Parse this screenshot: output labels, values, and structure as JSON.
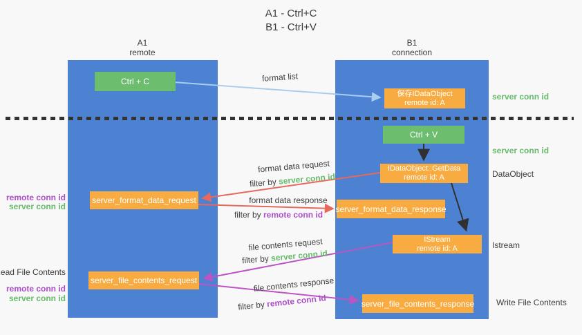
{
  "title": {
    "line1": "A1 - Ctrl+C",
    "line2": "B1 - Ctrl+V"
  },
  "lanes": {
    "left": {
      "name": "A1",
      "type": "remote"
    },
    "right": {
      "name": "B1",
      "type": "connection"
    }
  },
  "nodes": {
    "ctrl_c": {
      "label": "Ctrl + C"
    },
    "save_idataobject": {
      "line1": "保存IDataObject",
      "line2": "remote id: A"
    },
    "ctrl_v": {
      "label": "Ctrl + V"
    },
    "getdata": {
      "line1": "IDataObject::GetData",
      "line2": "remote id: A"
    },
    "format_request": {
      "label": "server_format_data_request"
    },
    "format_response": {
      "label": "server_format_data_response"
    },
    "istream": {
      "line1": "IStream",
      "line2": "remote id: A"
    },
    "file_request": {
      "label": "server_file_contents_request"
    },
    "file_response": {
      "label": "server_file_contents_response"
    }
  },
  "edge_labels": {
    "format_list": "format list",
    "format_data_request": "format data request",
    "format_data_response": "format data response",
    "file_contents_request": "file contents request",
    "file_contents_response": "file contents response",
    "filter_by": "filter by",
    "server_conn_id": "server conn id",
    "remote_conn_id": "remote conn id"
  },
  "side_labels": {
    "server_conn_id_top": "server conn id",
    "server_conn_id_mid": "server conn id",
    "dataobject": "DataObject",
    "istream": "Istream",
    "write_file_contents": "Write File Contents",
    "read_file_contents": "Read File Contents",
    "remote_conn_id_format": "remote conn id",
    "server_conn_id_format": "server conn id",
    "remote_conn_id_file": "remote conn id",
    "server_conn_id_file": "server conn id"
  },
  "colors": {
    "background": "#f8f8f8",
    "lane_blue": "#4d82d2",
    "node_orange": "#f7ab40",
    "node_green": "#6dbd6f",
    "arrow_red": "#e8685c",
    "arrow_purple": "#bb55c4",
    "arrow_light_blue": "#a9cdee",
    "arrow_black": "#303030",
    "text_green": "#67bb6b",
    "text_purple": "#ad4fc9"
  }
}
